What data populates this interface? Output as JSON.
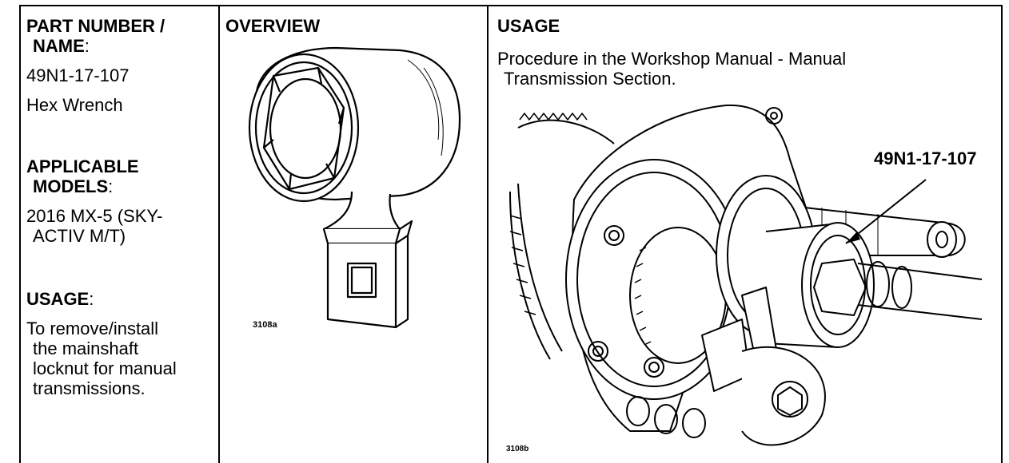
{
  "col1": {
    "part_heading": "PART NUMBER /",
    "part_heading_2": "NAME",
    "part_number": "49N1-17-107",
    "part_name": "Hex Wrench",
    "models_heading": "APPLICABLE",
    "models_heading_2": "MODELS",
    "models_line1": "2016 MX-5 (SKY-",
    "models_line2": "ACTIV M/T)",
    "usage_heading": "USAGE",
    "usage_line1": "To remove/install",
    "usage_line2": "the mainshaft",
    "usage_line3": "locknut for manual",
    "usage_line4": "transmissions."
  },
  "col2": {
    "heading": "OVERVIEW",
    "fig_label": "3108a"
  },
  "col3": {
    "heading": "USAGE",
    "text_line1": "Procedure in the Workshop Manual - Manual",
    "text_line2": "Transmission Section.",
    "callout": "49N1-17-107",
    "fig_label": "3108b"
  }
}
